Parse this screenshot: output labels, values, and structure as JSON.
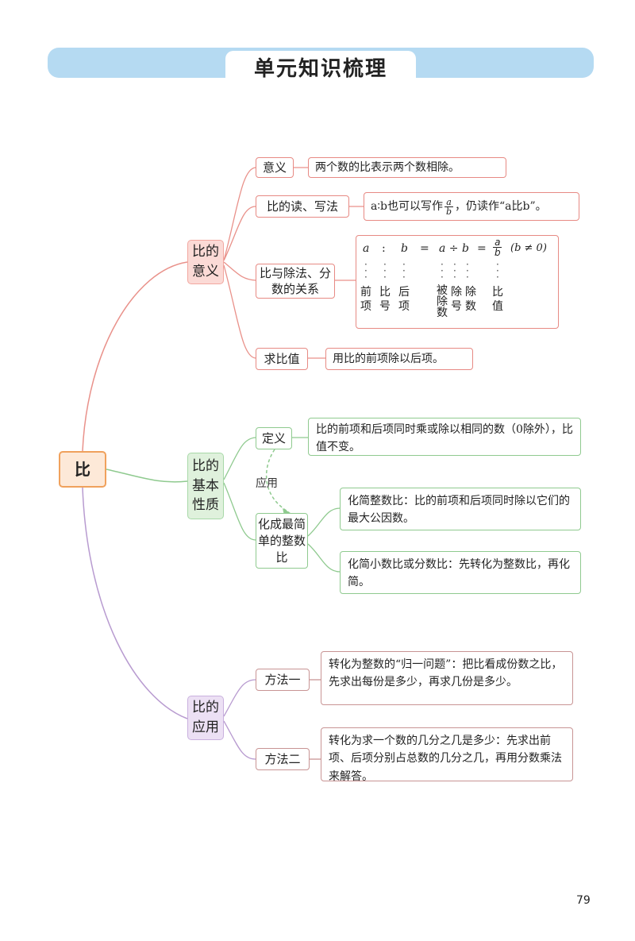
{
  "title": "单元知识梳理",
  "page_number": "79",
  "root": "比",
  "branches": {
    "meaning": {
      "label": "比的意义",
      "items": {
        "yiyi": {
          "label": "意义",
          "desc": "两个数的比表示两个数相除。"
        },
        "read_write": {
          "label": "比的读、写法",
          "desc_pre": "a∶b也可以写作",
          "frac_num": "a",
          "frac_den": "b",
          "desc_post": "，仍读作“a比b”。"
        },
        "relation": {
          "label": "比与除法、分数的关系",
          "formula": {
            "a1": "a",
            "colon": ":",
            "b1": "b",
            "eq1": "=",
            "div": "a ÷ b",
            "eq2": "=",
            "frac_num": "a",
            "frac_den": "b",
            "cond": "(b ≠ 0)"
          },
          "labels": {
            "qian_xiang": "前项",
            "bi_hao": "比号",
            "hou_xiang": "后项",
            "bei_chu_shu": "被除数",
            "chu_hao": "除号",
            "chu_shu": "除数",
            "bi_zhi": "比值"
          }
        },
        "qiu_bi_zhi": {
          "label": "求比值",
          "desc": "用比的前项除以后项。"
        }
      }
    },
    "property": {
      "label": "比的基本性质",
      "definition": {
        "label": "定义",
        "desc": "比的前项和后项同时乘或除以相同的数（0除外），比值不变。"
      },
      "arrow_label": "应用",
      "simplify": {
        "label": "化成最简单的整数比",
        "desc1": "化简整数比：比的前项和后项同时除以它们的最大公因数。",
        "desc2": "化简小数比或分数比：先转化为整数比，再化简。"
      }
    },
    "application": {
      "label": "比的应用",
      "method1": {
        "label": "方法一",
        "desc": "转化为整数的“归一问题”：把比看成份数之比，先求出每份是多少，再求几份是多少。"
      },
      "method2": {
        "label": "方法二",
        "desc": "转化为求一个数的几分之几是多少：先求出前项、后项分别占总数的几分之几，再用分数乘法来解答。"
      }
    }
  },
  "colors": {
    "red": "#e78a84",
    "green": "#8fca8f",
    "purple": "#b89bd0",
    "root_border": "#f0a15c",
    "banner": "#b5daf2"
  }
}
